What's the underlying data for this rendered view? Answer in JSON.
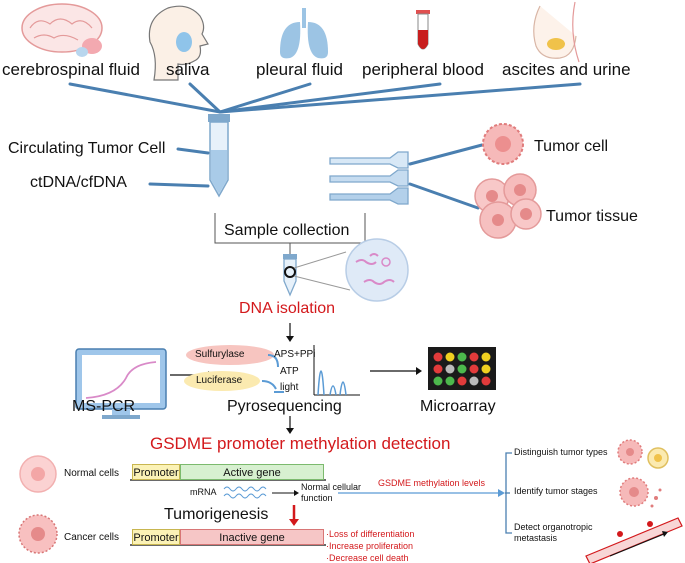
{
  "sources": [
    "cerebrospinal fluid",
    "saliva",
    "pleural fluid",
    "peripheral blood",
    "ascites and urine"
  ],
  "blood_samples": {
    "ctc": "Circulating Tumor Cell",
    "ctdna": "ctDNA/cfDNA"
  },
  "tissue_samples": {
    "tumor_cell": "Tumor cell",
    "tumor_tissue": "Tumor tissue"
  },
  "sample_collection": "Sample collection",
  "dna_isolation": "DNA isolation",
  "methods": {
    "mspcr": "MS-PCR",
    "pyrosequencing": "Pyrosequencing",
    "microarray": "Microarray",
    "sulfurylase": "Sulfurylase",
    "luciferase": "Luciferase",
    "aps_ppi": "APS+PPi",
    "atp": "ATP",
    "light": "light"
  },
  "detection_title": "GSDME promoter methylation detection",
  "normal": {
    "cells": "Normal cells",
    "promoter": "Promoter",
    "gene": "Active gene",
    "mrna": "mRNA",
    "function": "Normal cellular function"
  },
  "tumorigenesis": "Tumorigenesis",
  "cancer": {
    "cells": "Cancer cells",
    "promoter": "Promoter",
    "gene": "Inactive gene",
    "effects": [
      "·Loss of differentiation",
      "·Increase proliferation",
      "·Decrease cell death"
    ]
  },
  "levels_label": "GSDME methylation levels",
  "applications": [
    "Distinguish tumor types",
    "Identify tumor stages",
    "Detect organotropic metastasis"
  ],
  "colors": {
    "line_blue": "#4a7fb0",
    "accent_red": "#d3191c",
    "gene_green": "#d7f0d0",
    "gene_red": "#f6c6c6",
    "promoter_yellow": "#fbf2b6"
  }
}
